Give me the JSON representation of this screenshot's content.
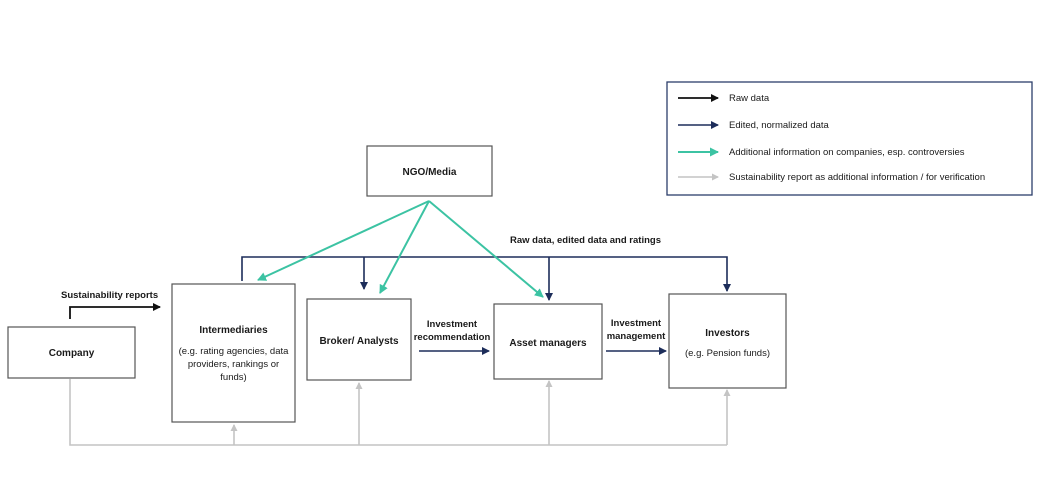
{
  "colors": {
    "raw": "#111111",
    "edited": "#1d2d5a",
    "additional": "#3cc3a3",
    "verification": "#c4c4c4"
  },
  "nodes": {
    "company": {
      "title": "Company"
    },
    "intermediaries": {
      "title": "Intermediaries",
      "lines": [
        "(e.g. rating agencies, data",
        "providers, rankings or",
        "funds)"
      ]
    },
    "broker": {
      "title": "Broker/ Analysts"
    },
    "asset_managers": {
      "title": "Asset managers"
    },
    "investors": {
      "title": "Investors",
      "lines": [
        "(e.g.  Pension funds)"
      ]
    },
    "ngo": {
      "title": "NGO/Media"
    }
  },
  "edge_labels": {
    "sustainability_reports": "Sustainability reports",
    "raw_edited_ratings": "Raw data, edited data and ratings",
    "investment_recommendation": [
      "Investment",
      "recommendation"
    ],
    "investment_management": [
      "Investment",
      "management"
    ]
  },
  "legend": {
    "items": [
      {
        "label": "Raw data",
        "color_key": "raw"
      },
      {
        "label": "Edited, normalized data",
        "color_key": "edited"
      },
      {
        "label": "Additional information on companies, esp. controversies",
        "color_key": "additional"
      },
      {
        "label": "Sustainability report as additional information / for verification",
        "color_key": "verification"
      }
    ]
  }
}
